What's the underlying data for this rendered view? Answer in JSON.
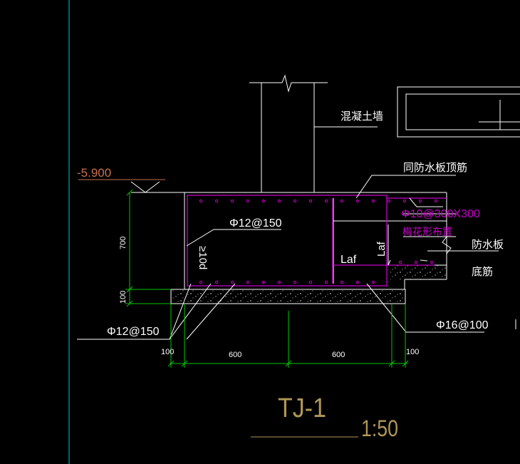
{
  "colors": {
    "background": "#000000",
    "line": "#ffffff",
    "rebar": "#c800c8",
    "dimension": "#00c800",
    "cyan_frame": "#00c8c8",
    "level_text": "#c87050",
    "title": "#b09858"
  },
  "labels": {
    "elevation": "-5.900",
    "wall": "混凝土墙",
    "top_bar": "同防水板顶筋",
    "rebar_top": "Φ12@150",
    "rebar_bottom": "Φ12@150",
    "tie_spec": "Φ10@300X300",
    "tie_pattern": "梅花形布置",
    "slab": "防水板",
    "bottom_bar": "底筋",
    "main_bar": "Φ16@100",
    "lap_h": "Laf",
    "lap_v": "Laf",
    "lap_left": "≥10d"
  },
  "dimensions": {
    "height_main": "700",
    "height_base": "100",
    "bottom": [
      "100",
      "600",
      "600",
      "100"
    ]
  },
  "title": {
    "name": "TJ-1",
    "scale": "1:50"
  }
}
